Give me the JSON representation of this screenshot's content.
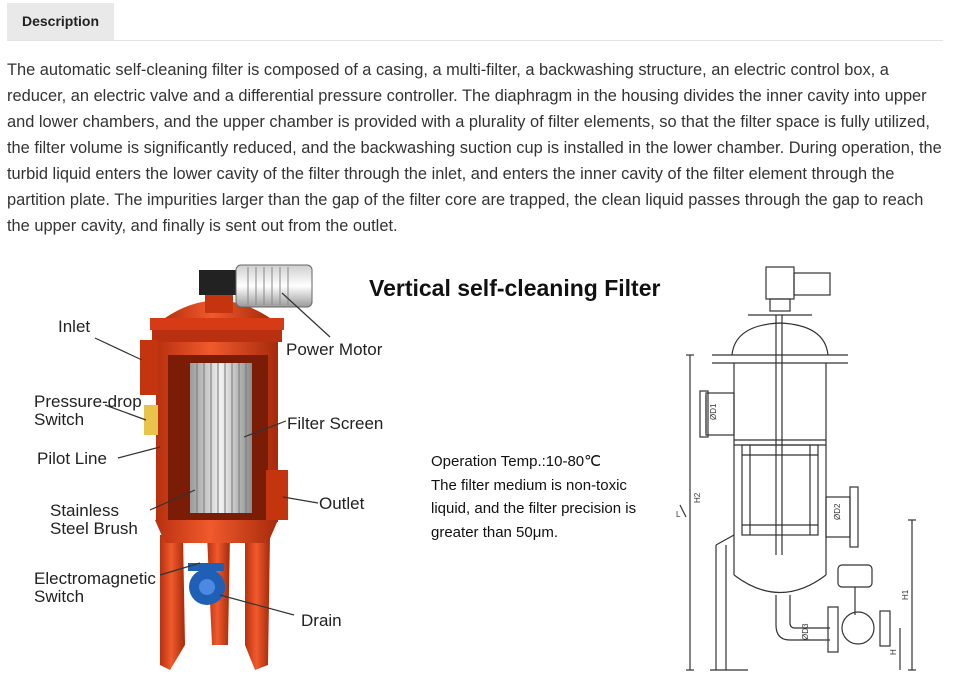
{
  "tabs": {
    "description_label": "Description"
  },
  "description": {
    "text": "The automatic self-cleaning filter is composed of a casing, a multi-filter, a backwashing structure, an electric control box, a reducer, an electric valve and a differential pressure controller. The diaphragm in the housing divides the inner cavity into upper and lower chambers, and the upper chamber is provided with a plurality of filter elements, so that the filter space is fully utilized, the filter volume is significantly reduced, and the backwashing suction cup is installed in the lower chamber. During operation, the turbid liquid enters the lower cavity of the filter through the inlet, and enters the inner cavity of the filter element through the partition plate. The impurities larger than the gap of the filter core are trapped, the clean liquid passes through the gap to reach the upper cavity, and finally is sent out from the outlet."
  },
  "figure": {
    "title": "Vertical self-cleaning Filter",
    "labels": {
      "inlet": "Inlet",
      "power_motor": "Power Motor",
      "pressure_drop_1": "Pressure-drop",
      "pressure_drop_2": "Switch",
      "filter_screen": "Filter Screen",
      "pilot_line": "Pilot Line",
      "outlet": "Outlet",
      "stainless_1": "Stainless",
      "stainless_2": "Steel Brush",
      "electromagnetic_1": "Electromagnetic",
      "electromagnetic_2": "Switch",
      "drain": "Drain"
    },
    "specs": {
      "line1": "Operation Temp.:10-80℃",
      "line2": "The filter medium is non-toxic",
      "line3": "liquid, and the filter precision is",
      "line4": "greater than 50μm."
    },
    "dims": {
      "d1": "ØD1",
      "d2": "ØD2",
      "d3": "ØD3",
      "h": "H",
      "h1": "H1",
      "h2": "H2",
      "l": "L"
    },
    "colors": {
      "body": "#e0431c",
      "body_dark": "#a82a0c",
      "screen": "#c9c9c9",
      "valve": "#1f5fb5",
      "switch": "#e8c54a"
    }
  }
}
